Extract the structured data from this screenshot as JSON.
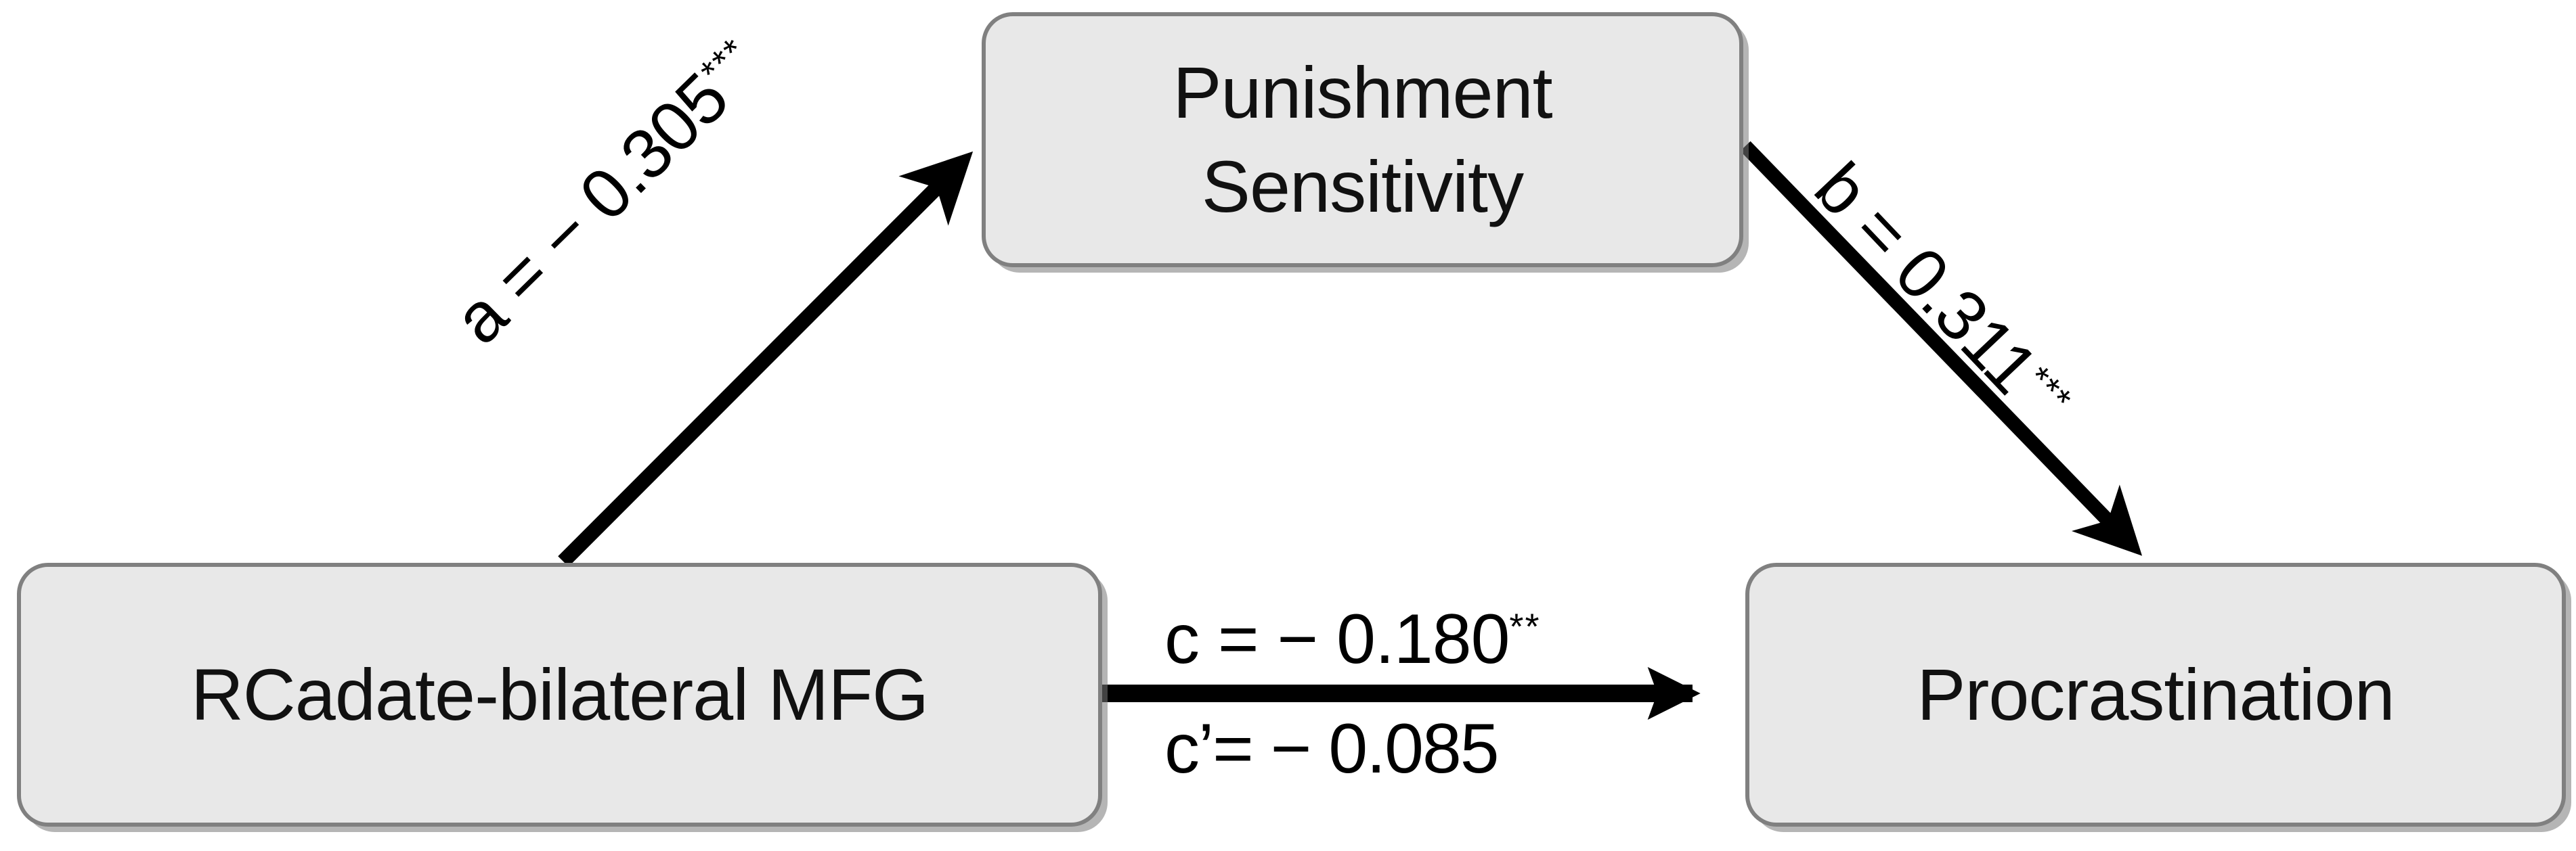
{
  "diagram": {
    "type": "mediation-model",
    "background_color": "#ffffff",
    "node_fill_color": "#e8e8e8",
    "node_border_color": "#808080",
    "arrow_color": "#000000",
    "nodes": [
      {
        "id": "mediator",
        "role": "mediator",
        "label_lines": [
          "Punishment",
          "Sensitivity"
        ],
        "line1": "Punishment",
        "line2": "Sensitivity"
      },
      {
        "id": "predictor",
        "role": "independent-variable",
        "label_lines": [
          "RCadate-bilateral MFG"
        ],
        "line1": "RCadate-bilateral MFG"
      },
      {
        "id": "outcome",
        "role": "dependent-variable",
        "label_lines": [
          "Procrastination"
        ],
        "line1": "Procrastination"
      }
    ],
    "paths": [
      {
        "id": "a",
        "from": "predictor",
        "to": "mediator",
        "coefficient_name": "a",
        "value": "− 0.305",
        "significance": "***",
        "text": "a =  − 0.305",
        "full_text": "a =  − 0.305***"
      },
      {
        "id": "b",
        "from": "mediator",
        "to": "outcome",
        "coefficient_name": "b",
        "value": "0.311",
        "significance": "***",
        "text": "b = 0.311",
        "full_text": "b = 0.311***"
      },
      {
        "id": "c",
        "from": "predictor",
        "to": "outcome",
        "coefficient_name": "c",
        "value": "− 0.180",
        "significance": "**",
        "text": "c =  − 0.180",
        "full_text": "c =  − 0.180**"
      },
      {
        "id": "c_prime",
        "from": "predictor",
        "to": "outcome",
        "coefficient_name": "c’",
        "value": "− 0.085",
        "significance": "",
        "text": "c’=  − 0.085",
        "full_text": "c’=  − 0.085"
      }
    ]
  },
  "chart_data": {
    "type": "diagram",
    "title": "",
    "categories": [
      "a",
      "b",
      "c",
      "c'"
    ],
    "values": [
      -0.305,
      0.311,
      -0.18,
      -0.085
    ],
    "annotations": [
      "***",
      "***",
      "**",
      ""
    ]
  }
}
